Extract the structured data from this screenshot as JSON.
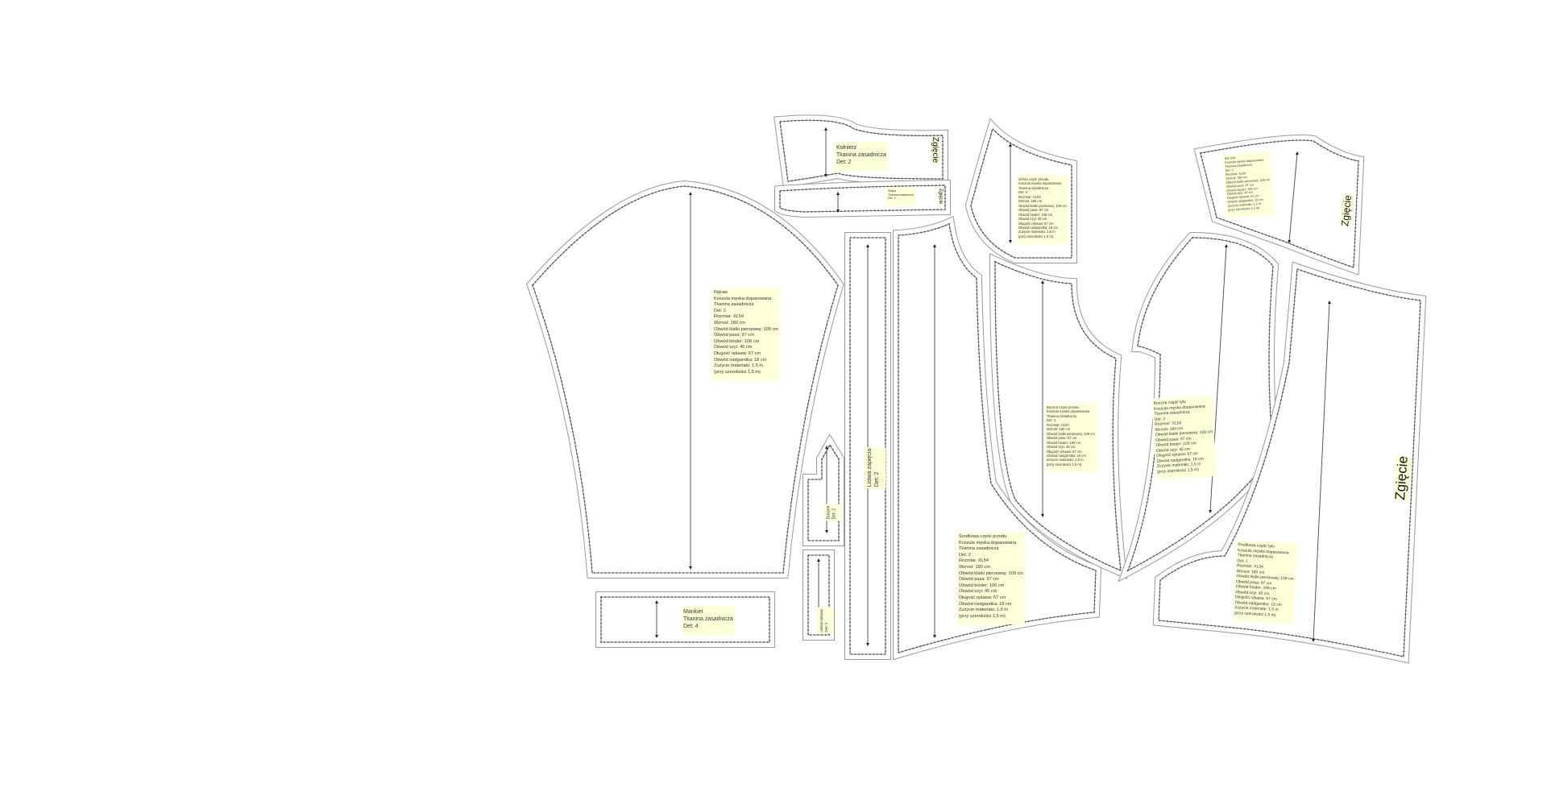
{
  "common": {
    "garment": "Koszula męska dopasowana",
    "fabric": "Tkanina zasadnicza",
    "specs": [
      "Rozmiar: XL54",
      "Wzrost: 180 cm",
      "Obwód klatki piersiowej: 109 cm",
      "Obwód pasa: 97 cm",
      "Obwód bioder: 106 cm",
      "Obwód szyi: 45 cm",
      "Długość rękawa: 67 cm",
      "Obwód nadgarstka: 18 cm",
      "Zużycie materiału: 1,5 m",
      "(przy szerokości 1,5 m)"
    ]
  },
  "pieces": {
    "sleeve": {
      "name": "Rękaw",
      "count": "Det: 2"
    },
    "front_center": {
      "name": "Środkowa część przodu",
      "count": "Det: 2"
    },
    "front_top": {
      "name": "Górna część przodu",
      "count": "Det: 2"
    },
    "front_side": {
      "name": "Boczna część przodu",
      "count": "Det: 2"
    },
    "back_side": {
      "name": "Boczna część tyłu",
      "count": "Det: 2"
    },
    "back_center": {
      "name": "Środkowa część tyłu",
      "count": "Det: 1"
    },
    "yoke": {
      "name": "Karczek",
      "count": "Det: 2"
    },
    "collar": {
      "name": "Kołnierz",
      "fabric": "Tkanina zasadnicza",
      "count": "Det: 2"
    },
    "collar_stand": {
      "name": "Stójka",
      "fabric": "Tkanina zasadnicza",
      "count": "Det: 2"
    },
    "cuff": {
      "name": "Mankiet",
      "fabric": "Tkanina zasadnicza",
      "count": "Det: 4"
    },
    "placket": {
      "name": "Listwa zapięcia",
      "count": "Det: 2"
    },
    "sleeve_placket_top": {
      "name": "Daszek",
      "count": "Det: 2"
    },
    "sleeve_placket": {
      "name": "Listwa rękawa",
      "count": "Det: 2"
    }
  },
  "fold_label": "Zgięcie"
}
